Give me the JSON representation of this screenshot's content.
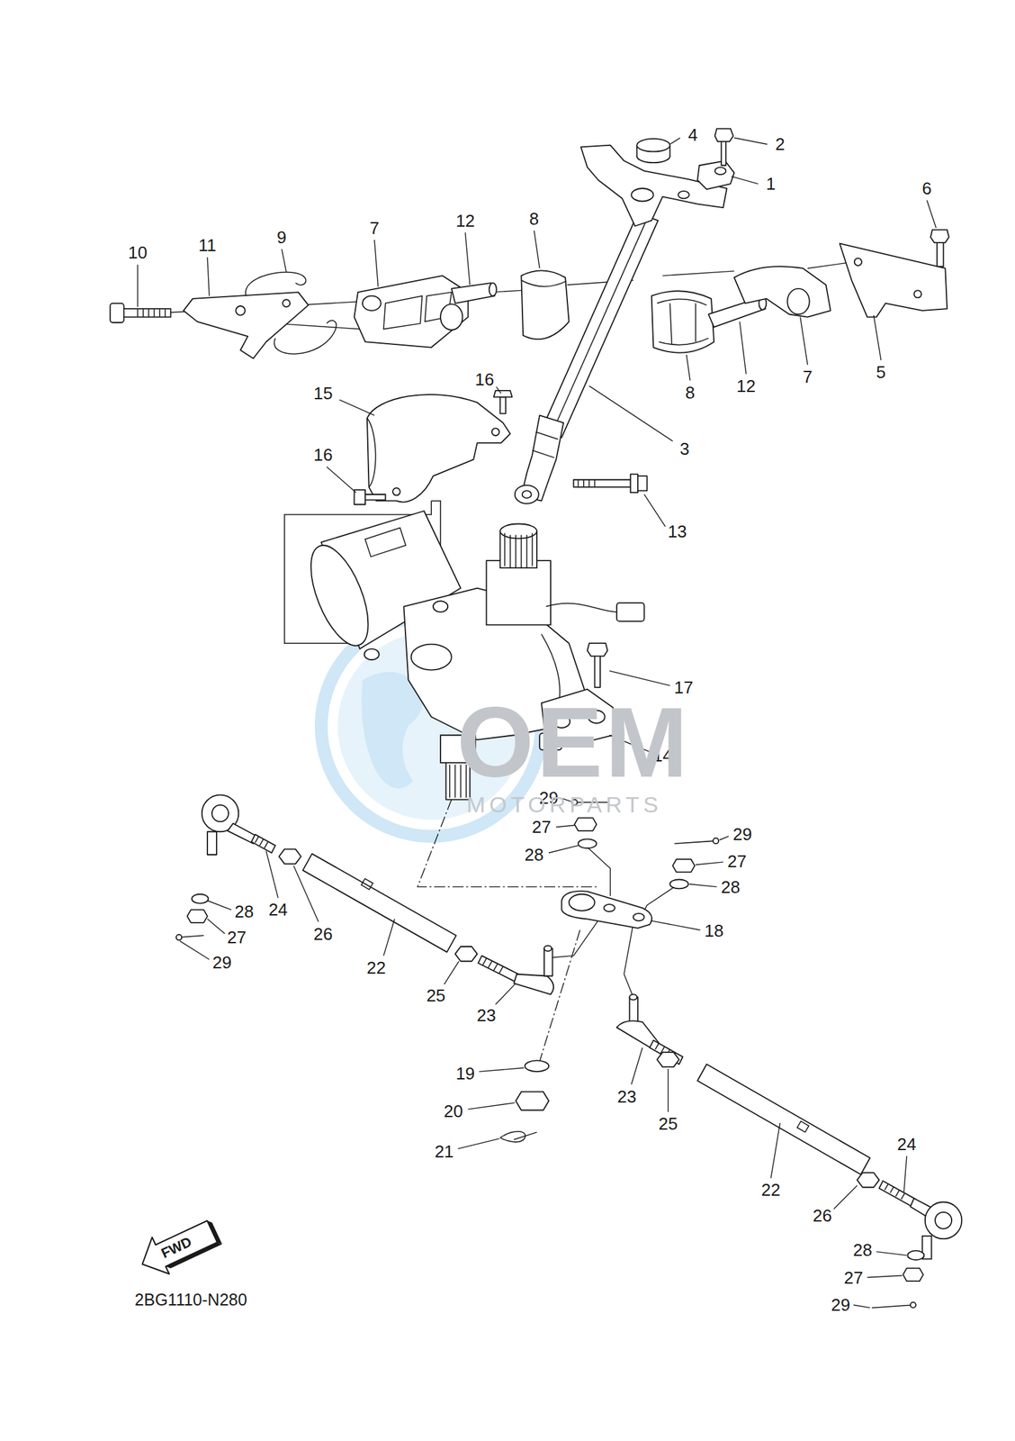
{
  "diagram": {
    "labels": [
      "4",
      "2",
      "1",
      "6",
      "10",
      "11",
      "9",
      "7",
      "12",
      "8",
      "8",
      "12",
      "7",
      "5",
      "3",
      "16",
      "15",
      "16",
      "13",
      "17",
      "14",
      "29",
      "27",
      "28",
      "29",
      "27",
      "28",
      "18",
      "24",
      "28",
      "27",
      "29",
      "26",
      "22",
      "25",
      "23",
      "19",
      "20",
      "21",
      "23",
      "25",
      "22",
      "24",
      "26",
      "28",
      "27",
      "29",
      "FWD",
      "2BG1110-N280",
      "OEM",
      "MOTORPARTS"
    ]
  }
}
